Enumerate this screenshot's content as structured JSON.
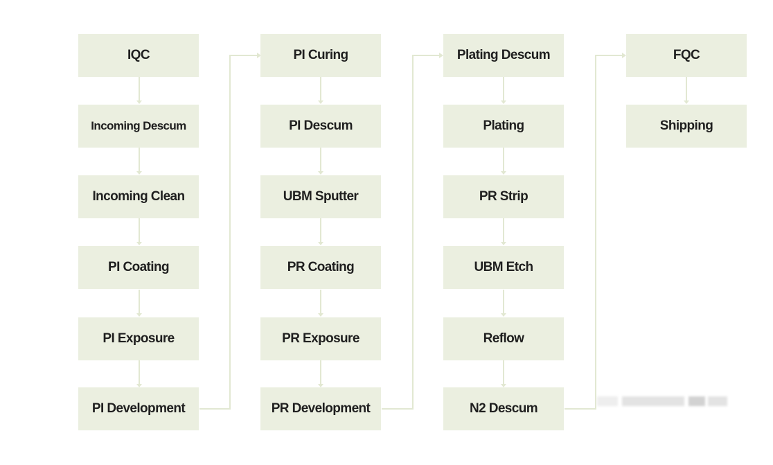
{
  "diagram": {
    "columns": [
      {
        "steps": [
          "IQC",
          "Incoming Descum",
          "Incoming Clean",
          "PI Coating",
          "PI Exposure",
          "PI Development"
        ]
      },
      {
        "steps": [
          "PI Curing",
          "PI Descum",
          "UBM Sputter",
          "PR Coating",
          "PR Exposure",
          "PR Development"
        ]
      },
      {
        "steps": [
          "Plating Descum",
          "Plating",
          "PR Strip",
          "UBM Etch",
          "Reflow",
          "N2 Descum"
        ]
      },
      {
        "steps": [
          "FQC",
          "Shipping"
        ]
      }
    ],
    "colors": {
      "box_fill": "#ebefe0",
      "connector": "#e2e8d2",
      "text": "#1f1f1f"
    }
  }
}
